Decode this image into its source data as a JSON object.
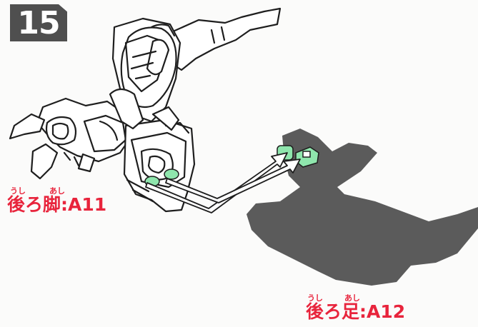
{
  "step": {
    "number": "15"
  },
  "labels": {
    "rear_leg": {
      "text": "後ろ脚:A11",
      "ruby_1": "うし",
      "ruby_2": "あし"
    },
    "rear_foot": {
      "text": "後ろ足:A12",
      "ruby_1": "うし",
      "ruby_2": "あし"
    }
  },
  "colors": {
    "label_red": "#e8243c",
    "highlight_green": "#8fe6ad",
    "shadow_gray": "#5b5b5b",
    "badge_gray": "#4f4f4f"
  }
}
